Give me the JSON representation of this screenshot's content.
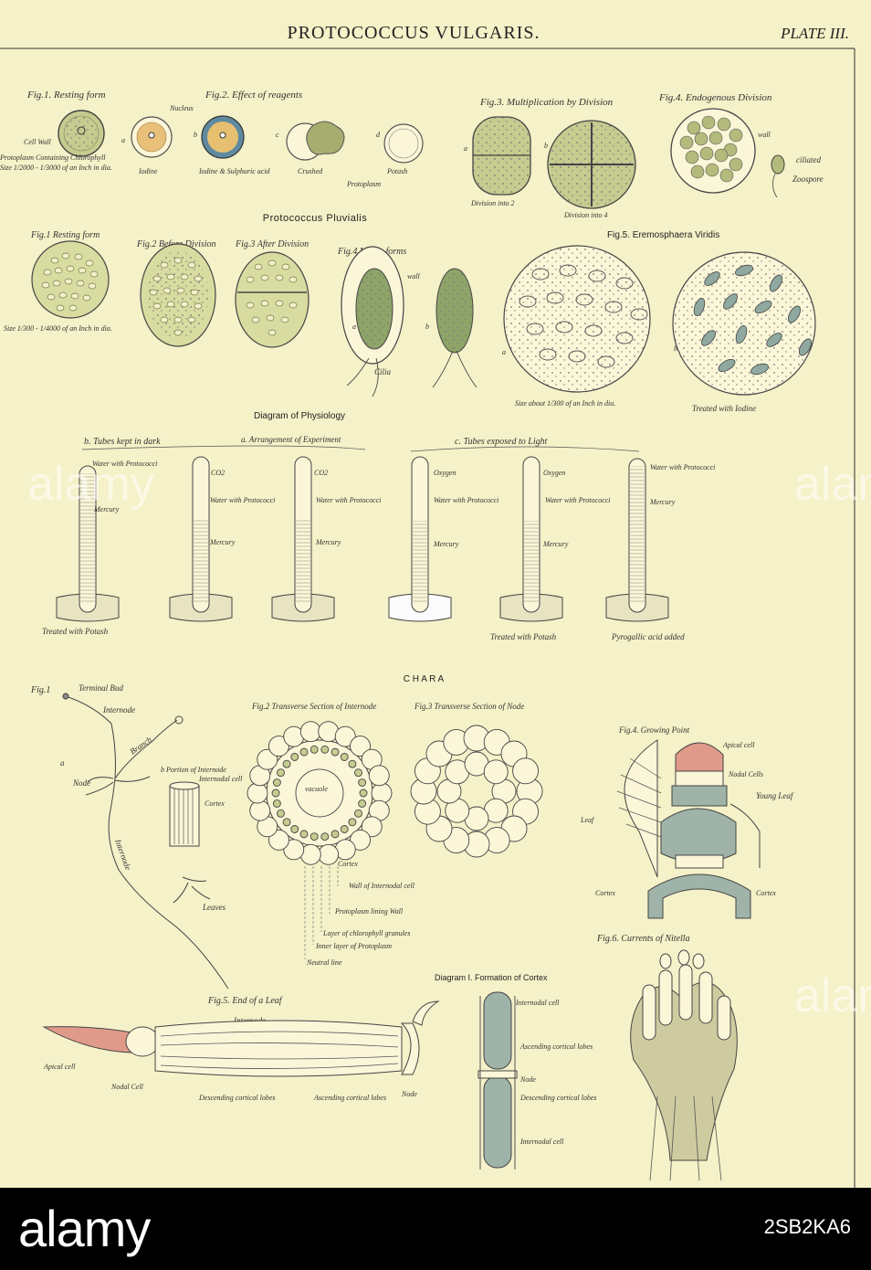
{
  "header": {
    "title": "PROTOCOCCUS VULGARIS.",
    "plate": "PLATE III."
  },
  "vulgaris": {
    "fig1_title": "Fig.1. Resting form",
    "cell_wall": "Cell Wall",
    "protoplasm_note": "Protoplasm Containing Chlorophyll",
    "size_note": "Size 1/2000 - 1/3000 of an Inch in dia.",
    "fig2_title": "Fig.2. Effect of reagents",
    "nucleus": "Nucleus",
    "iodine": "Iodine",
    "iodine_sulph": "Iodine & Sulphuric acid",
    "crushed": "Crushed",
    "potash": "Potash",
    "protoplasm": "Protoplasm",
    "fig3_title": "Fig.3. Multiplication by Division",
    "div2": "Division into 2",
    "div4": "Division into 4",
    "fig4_title": "Fig.4. Endogenous Division",
    "wall": "wall",
    "ciliated": "ciliated",
    "zoospore": "Zoospore",
    "a": "a",
    "b": "b",
    "c": "c",
    "d": "d"
  },
  "pluvialis": {
    "title": "Protococcus Pluvialis",
    "fig1": "Fig.1 Resting form",
    "fig2": "Fig.2 Before Division",
    "fig3": "Fig.3 After Division",
    "fig4": "Fig.4 Motile forms",
    "wall": "wall",
    "cilia": "Cilia",
    "size": "Size 1/300 - 1/4000 of an Inch in dia.",
    "fig5": "Fig.5. Eremosphaera Viridis",
    "size5": "Size about 1/300 of an Inch in dia.",
    "iodine5": "Treated with Iodine"
  },
  "physiology": {
    "title": "Diagram of Physiology",
    "b_label": "b. Tubes kept in dark",
    "a_label": "a. Arrangement of Experiment",
    "c_label": "c. Tubes exposed to Light",
    "water_protococci": "Water with Protococci",
    "mercury": "Mercury",
    "co2": "CO2",
    "oxygen": "Oxygen",
    "treated_potash": "Treated with Potash",
    "pyrogallic": "Pyrogallic acid added"
  },
  "chara": {
    "title": "C H A R A",
    "fig1": "Fig.1",
    "terminal_bud": "Terminal Bud",
    "internode": "Internode",
    "branch": "Branch",
    "node": "Node",
    "internode_long": "Internode",
    "leaves": "Leaves",
    "portion": "b Portion of Internode",
    "internodal_cell": "Internodal cell",
    "cortex": "Cortex",
    "a": "a",
    "fig2": "Fig.2 Transverse Section of Internode",
    "vacuole": "vacuole",
    "cortex2": "Cortex",
    "wall_internodal": "Wall of Internodal cell",
    "protoplasm_lining": "Protoplasm lining Wall",
    "chlorophyll_layer": "Layer of chlorophyll granules",
    "inner_layer": "Inner layer of Protoplasm",
    "neutral_line": "Neutral line",
    "fig3": "Fig.3 Transverse Section of Node",
    "fig4": "Fig.4. Growing Point",
    "apical_cell": "Apical cell",
    "nodal_cells": "Nodal Cells",
    "young_leaf": "Young Leaf",
    "leaf": "Leaf",
    "cortex_l": "Cortex",
    "cortex_r": "Cortex",
    "fig5": "Fig.5. End of a Leaf",
    "internode5": "Internode",
    "apical5": "Apical cell",
    "nodal5": "Nodal Cell",
    "descending": "Descending cortical lobes",
    "ascending": "Ascending cortical lobes",
    "node5": "Node",
    "diagram1": "Diagram I. Formation of Cortex",
    "d_internodal_top": "Internodal cell",
    "d_ascending": "Ascending cortical lobes",
    "d_node": "Node",
    "d_descending": "Descending cortical lobes",
    "d_internodal_bottom": "Internodal cell",
    "fig6": "Fig.6. Currents of Nitella"
  },
  "footer": {
    "logo": "alamy",
    "code": "2SB2KA6",
    "watermark": "alamy"
  },
  "colors": {
    "paper": "#f5f1c8",
    "cell_green": "#c4cb8e",
    "blue_grey": "#9fb3a8",
    "pink": "#e09a8a"
  }
}
